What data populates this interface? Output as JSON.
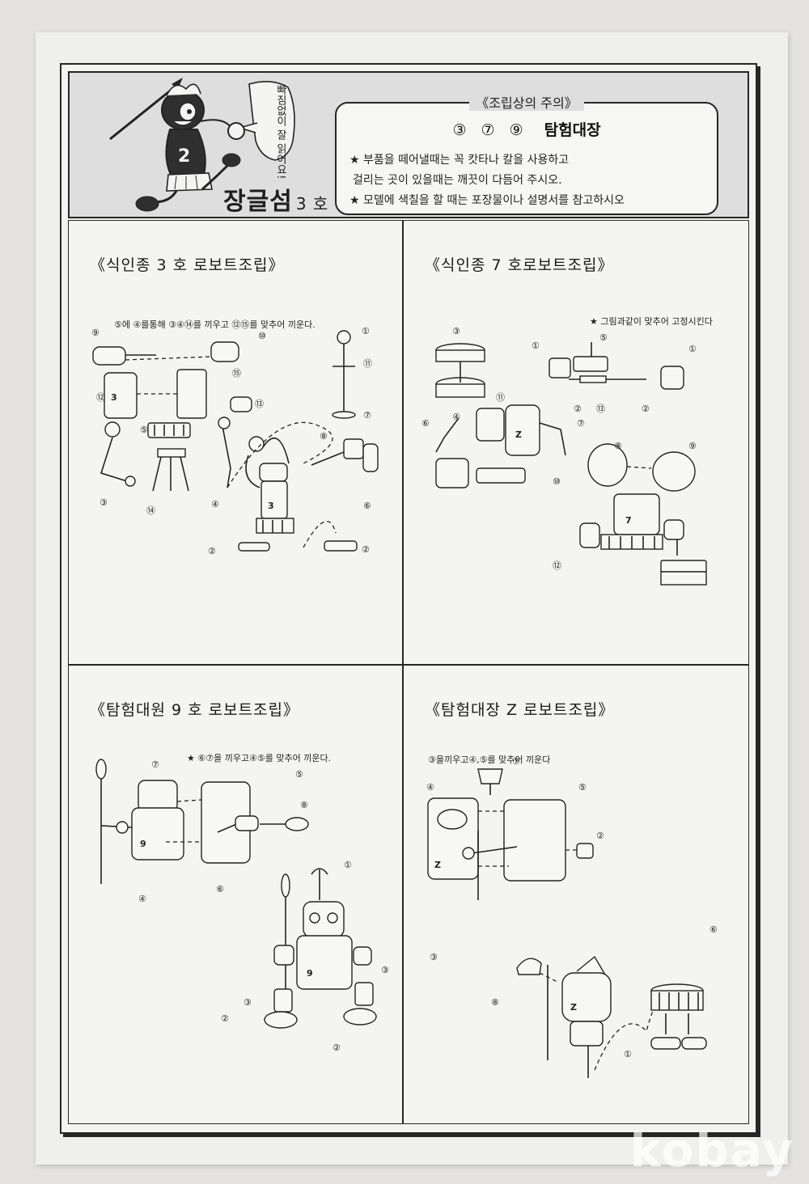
{
  "header": {
    "mascot_speech": "빠짐없이 잘 읽어요!",
    "mascot_title": "장글섬",
    "mascot_number": "3 호",
    "notice_header": "《조립상의 주의》",
    "notice_numbers": "③ ⑦ ⑨",
    "notice_title": "탐험대장",
    "notice_lines": [
      "★ 부품을 떼어낼때는 꼭 캇타나 칼을 사용하고",
      "걸리는 곳이 있을때는 깨끗이 다듬어 주시오.",
      "★ 모델에 색칠을 할 때는 포장물이나 설명서를 참고하시오"
    ]
  },
  "panels": [
    {
      "title": "《식인종 3 호  로보트조립》",
      "instruction": "⑤에 ④를통해 ③④⑭를 끼우고 ⑫⑮를 맞추어 끼운다.",
      "labels": [
        "⑨",
        "⑩",
        "①",
        "⑫",
        "⑮",
        "⑪",
        "⑬",
        "⑤",
        "⑦",
        "⑧",
        "③",
        "⑭",
        "④",
        "⑥",
        "②",
        "②"
      ]
    },
    {
      "title": "《식인종 7 호로보트조립》",
      "instruction": "★ 그림과같이 맞추어 고정시킨다",
      "labels": [
        "③",
        "⑤",
        "①",
        "①",
        "②",
        "⑬",
        "②",
        "④",
        "⑪",
        "⑥",
        "⑦",
        "⑩",
        "⑧",
        "⑨",
        "⑫"
      ]
    },
    {
      "title": "《탐험대원 9 호  로보트조립》",
      "instruction": "★  ⑥⑦을 끼우고④⑤를 맞추어 끼운다.",
      "labels": [
        "⑦",
        "⑤",
        "⑧",
        "④",
        "⑥",
        "①",
        "③",
        "③",
        "②",
        "②"
      ]
    },
    {
      "title": "《탐험대장 Z 로보트조립》",
      "instruction": "③을끼우고④,⑤를 맞추어 끼운다",
      "labels": [
        "⑦",
        "④",
        "⑤",
        "②",
        "③",
        "⑥",
        "⑧",
        "①"
      ]
    }
  ],
  "watermark": "kobay"
}
